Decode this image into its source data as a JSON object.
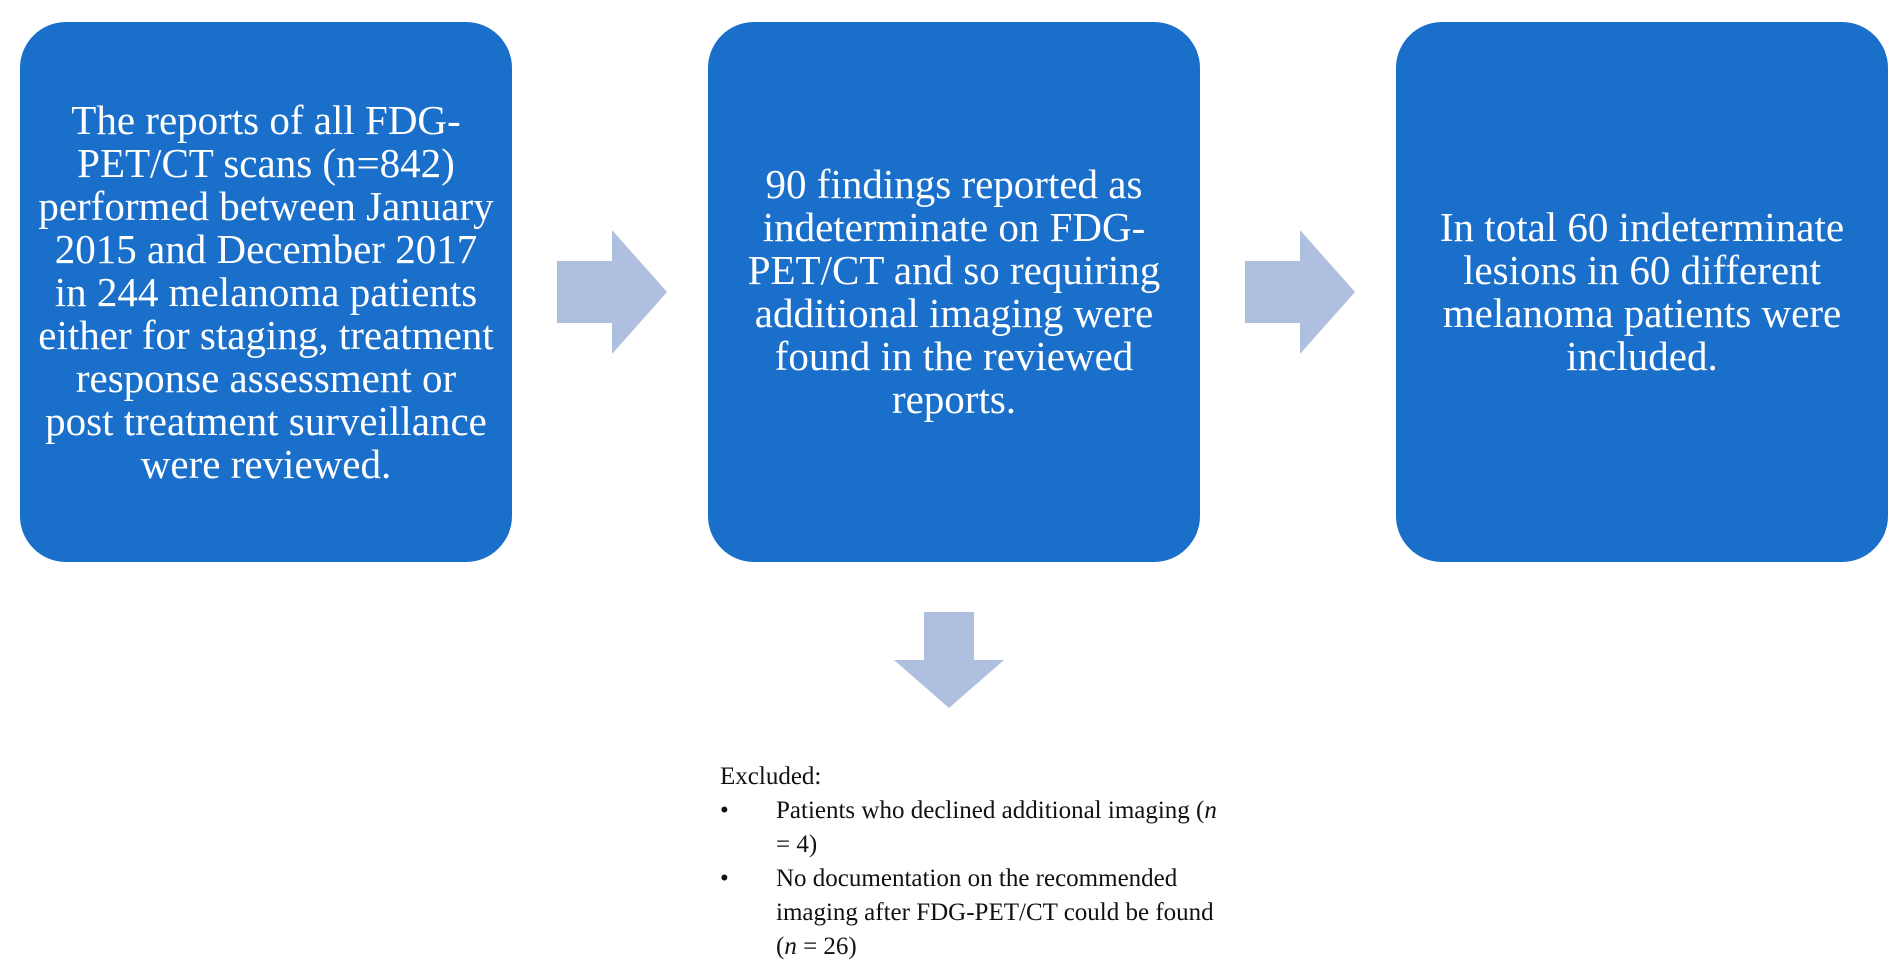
{
  "flow": {
    "box1": "The reports of all FDG-PET/CT scans (n=842) performed between January 2015 and December 2017 in 244 melanoma patients either for staging, treatment response assessment or post treatment surveillance were reviewed.",
    "box2": "90 findings reported as indeterminate on FDG-PET/CT and so requiring additional imaging were found in the reviewed reports.",
    "box3": "In total 60 indeterminate lesions in 60 different melanoma patients were included."
  },
  "excluded": {
    "title": "Excluded:",
    "items": [
      {
        "bullet": "•",
        "text": "Patients who declined additional imaging (",
        "n_label": "n",
        "n_value": " = 4)"
      },
      {
        "bullet": "•",
        "text": "No documentation on the recommended imaging after FDG-PET/CT could be found (",
        "n_label": "n",
        "n_value": " = 26)"
      }
    ]
  },
  "colors": {
    "box_fill": "#1a6fcb",
    "arrow_fill": "#aebfdf",
    "box_text": "#ffffff"
  },
  "icons": {
    "right_arrow": "right-arrow-icon",
    "down_arrow": "down-arrow-icon"
  }
}
